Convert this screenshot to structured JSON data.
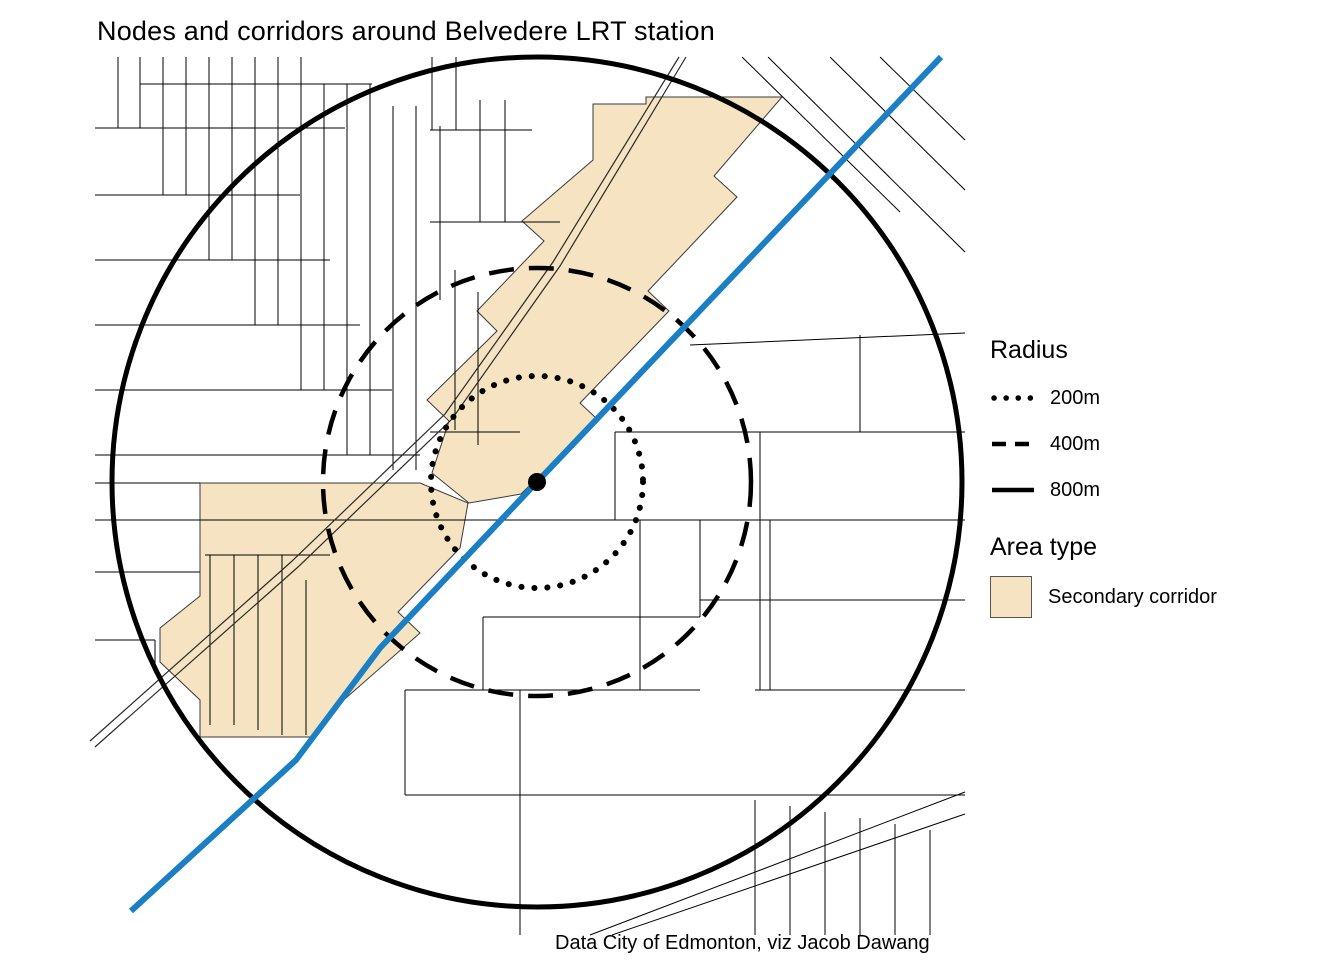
{
  "title": "Nodes and corridors around Belvedere LRT station",
  "caption": "Data City of Edmonton, viz Jacob Dawang",
  "legend": {
    "radius": {
      "title": "Radius",
      "items": [
        {
          "label": "200m",
          "line_style": "dotted",
          "radius_m": 200
        },
        {
          "label": "400m",
          "line_style": "dashed",
          "radius_m": 400
        },
        {
          "label": "800m",
          "line_style": "solid",
          "radius_m": 800
        }
      ]
    },
    "area_type": {
      "title": "Area type",
      "items": [
        {
          "label": "Secondary corridor",
          "fill": "#f5e3c2"
        }
      ]
    }
  },
  "colors": {
    "lrt_line": "#1b7fc4",
    "corridor_fill": "#f5e3c2",
    "corridor_stroke": "#3a3a3a",
    "map_lines": "#000000",
    "radius_circles": "#000000",
    "station_dot": "#000000"
  }
}
